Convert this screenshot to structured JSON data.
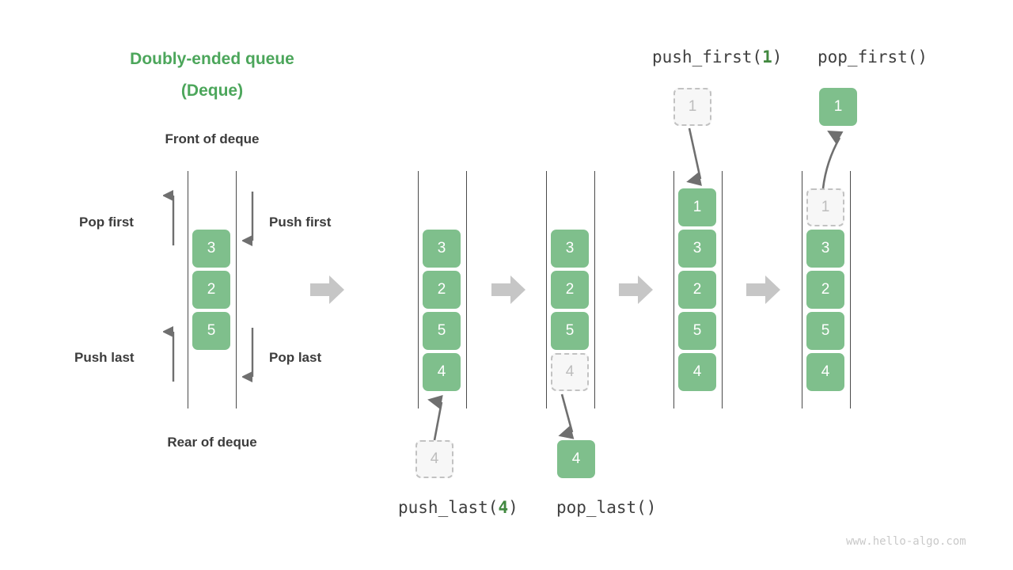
{
  "diagram": {
    "title_line1": "Doubly-ended queue",
    "title_line2": "(Deque)",
    "front_label": "Front of deque",
    "rear_label": "Rear of deque",
    "watermark": "www.hello-algo.com",
    "accent_green": "#41883f",
    "box_green": "#7fbf8c",
    "title_green": "#4ca65b",
    "ghost_gray": "#bdbdbd",
    "arrow_gray": "#c6c6c6",
    "line_gray": "#4a4a4a"
  },
  "side_labels": {
    "pop_first": "Pop first",
    "push_first": "Push first",
    "push_last": "Push last",
    "pop_last": "Pop last"
  },
  "operations": {
    "push_last": {
      "name": "push_last(",
      "arg": "4",
      "close": ")"
    },
    "pop_last": {
      "name": "pop_last()",
      "arg": "",
      "close": ""
    },
    "push_first": {
      "name": "push_first(",
      "arg": "1",
      "close": ")"
    },
    "pop_first": {
      "name": "pop_first()",
      "arg": "",
      "close": ""
    }
  },
  "steps": [
    {
      "id": "initial",
      "caption": "",
      "cells": [
        {
          "value": "3",
          "state": "filled"
        },
        {
          "value": "2",
          "state": "filled"
        },
        {
          "value": "5",
          "state": "filled"
        }
      ],
      "external": []
    },
    {
      "id": "before-push-last",
      "caption": "",
      "cells": [
        {
          "value": "3",
          "state": "filled"
        },
        {
          "value": "2",
          "state": "filled"
        },
        {
          "value": "5",
          "state": "filled"
        },
        {
          "value": "4",
          "state": "filled"
        }
      ],
      "external": [
        {
          "value": "4",
          "state": "ghost",
          "position": "bottom"
        }
      ]
    },
    {
      "id": "after-push-last-pop-last",
      "caption": "",
      "cells": [
        {
          "value": "3",
          "state": "filled"
        },
        {
          "value": "2",
          "state": "filled"
        },
        {
          "value": "5",
          "state": "filled"
        },
        {
          "value": "4",
          "state": "ghost"
        }
      ],
      "external": [
        {
          "value": "4",
          "state": "filled",
          "position": "bottom"
        }
      ]
    },
    {
      "id": "after-push-first",
      "caption": "",
      "cells": [
        {
          "value": "1",
          "state": "filled"
        },
        {
          "value": "3",
          "state": "filled"
        },
        {
          "value": "2",
          "state": "filled"
        },
        {
          "value": "5",
          "state": "filled"
        },
        {
          "value": "4",
          "state": "filled"
        }
      ],
      "external": [
        {
          "value": "1",
          "state": "ghost",
          "position": "top"
        }
      ]
    },
    {
      "id": "after-pop-first",
      "caption": "",
      "cells": [
        {
          "value": "1",
          "state": "ghost"
        },
        {
          "value": "3",
          "state": "filled"
        },
        {
          "value": "2",
          "state": "filled"
        },
        {
          "value": "5",
          "state": "filled"
        },
        {
          "value": "4",
          "state": "filled"
        }
      ],
      "external": [
        {
          "value": "1",
          "state": "filled",
          "position": "top"
        }
      ]
    }
  ],
  "cell_values": {
    "c0_0": "3",
    "c0_1": "2",
    "c0_2": "5",
    "c1_0": "3",
    "c1_1": "2",
    "c1_2": "5",
    "c1_3": "4",
    "c1_ext": "4",
    "c2_0": "3",
    "c2_1": "2",
    "c2_2": "5",
    "c2_3": "4",
    "c2_ext": "4",
    "c3_0": "1",
    "c3_1": "3",
    "c3_2": "2",
    "c3_3": "5",
    "c3_4": "4",
    "c3_ext": "1",
    "c4_0": "1",
    "c4_1": "3",
    "c4_2": "2",
    "c4_3": "5",
    "c4_4": "4",
    "c4_ext": "1"
  }
}
